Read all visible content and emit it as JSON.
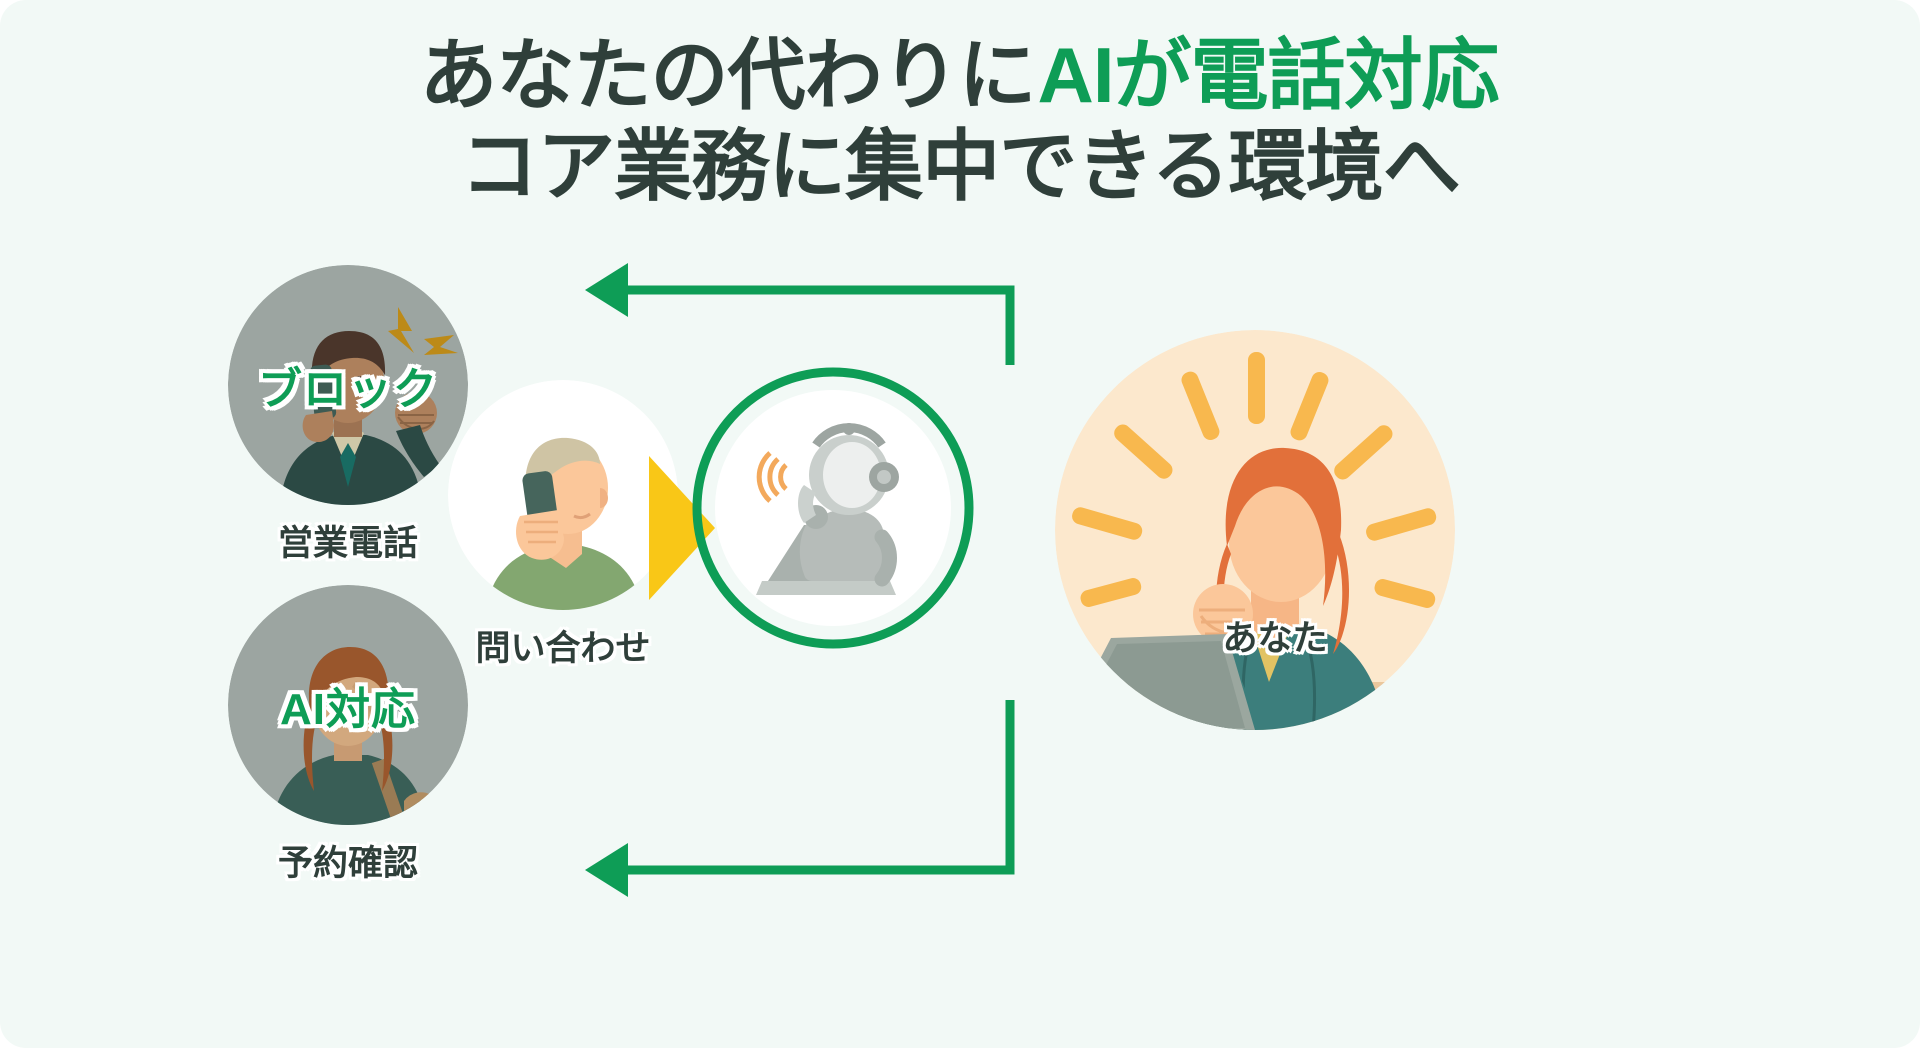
{
  "page": {
    "background_color": "#F2F9F6",
    "accent_green": "#0E9D56",
    "accent_orange": "#F4A93D",
    "accent_yellow": "#F9C717",
    "text_dark": "#2F3F3A",
    "gray_circle": "#9CA5A1",
    "cream_circle": "#FCE8CD"
  },
  "title": {
    "line1_plain": "あなたの代わりに",
    "line1_accent": "AIが電話対応",
    "line2": "コア業務に集中できる環境へ"
  },
  "nodes": {
    "sales_call": {
      "overlay_tag": "ブロック",
      "label": "営業電話",
      "circle_color": "#9CA5A1"
    },
    "reservation": {
      "overlay_tag": "AI対応",
      "label": "予約確認",
      "circle_color": "#9CA5A1"
    },
    "inquiry": {
      "label": "問い合わせ",
      "circle_color": "#FFFFFF"
    },
    "ai_robot": {
      "label": "",
      "ring_color": "#0E9D56",
      "circle_color": "#FFFFFF"
    },
    "you": {
      "label": "あなた",
      "circle_color": "#FCE8CD"
    }
  },
  "flow": {
    "arrow_color": "#0E9D56",
    "forward_arrow_color": "#F9C717",
    "branch_top_label": "",
    "branch_bottom_label": ""
  }
}
